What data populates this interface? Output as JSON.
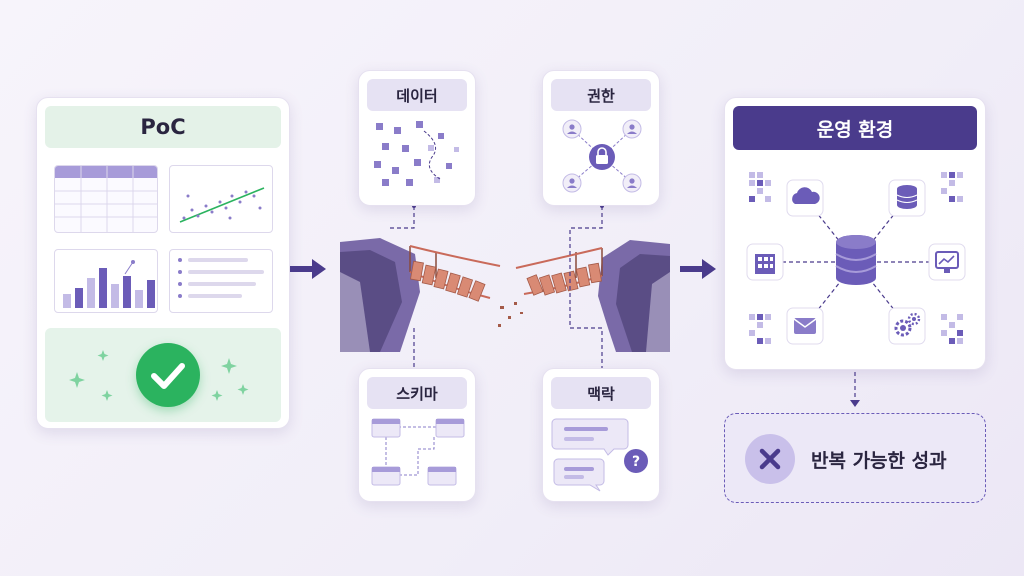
{
  "poc": {
    "title": "PoC"
  },
  "data_card": {
    "label": "데이터"
  },
  "auth_card": {
    "label": "권한"
  },
  "schema_card": {
    "label": "스키마"
  },
  "context_card": {
    "label": "맥락"
  },
  "ops": {
    "title": "운영 환경"
  },
  "result": {
    "label": "반복 가능한 성과"
  },
  "colors": {
    "purple_dark": "#4a3b8c",
    "purple_mid": "#8a7cc9",
    "purple_light": "#d9d3ef",
    "green": "#2bb35f",
    "green_light": "#e5f3ea",
    "rope": "#c96a5a"
  }
}
